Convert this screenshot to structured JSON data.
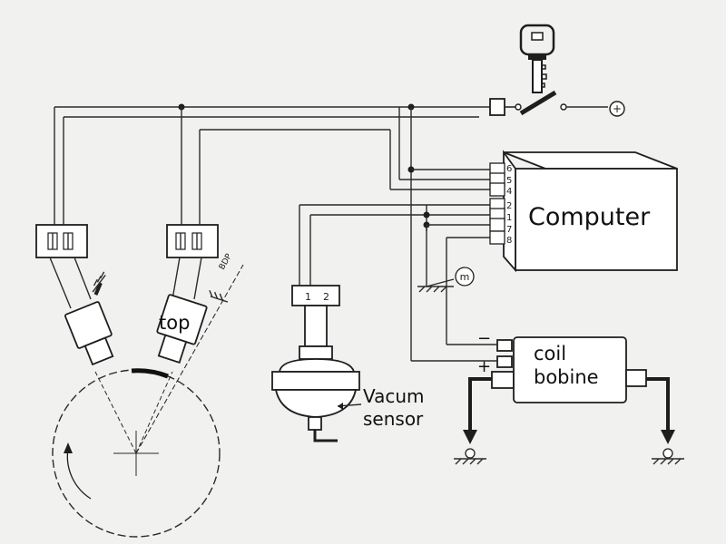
{
  "labels": {
    "computer": "Computer",
    "coil_line1": "coil",
    "coil_line2": "bobine",
    "vacuum_line1": "Vacum",
    "vacuum_line2": "sensor",
    "top": "top",
    "bdp": "BDP",
    "connector_pin_1": "1",
    "connector_pin_2": "2",
    "coil_minus": "−",
    "coil_plus": "+",
    "positive_terminal": "+",
    "motor_symbol": "m"
  },
  "computer_pins": [
    "6",
    "5",
    "4",
    "2",
    "1",
    "7",
    "8"
  ],
  "colors": {
    "background": "#f1f2ef",
    "line": "#1e1e1e",
    "box_fill": "#ffffff"
  }
}
